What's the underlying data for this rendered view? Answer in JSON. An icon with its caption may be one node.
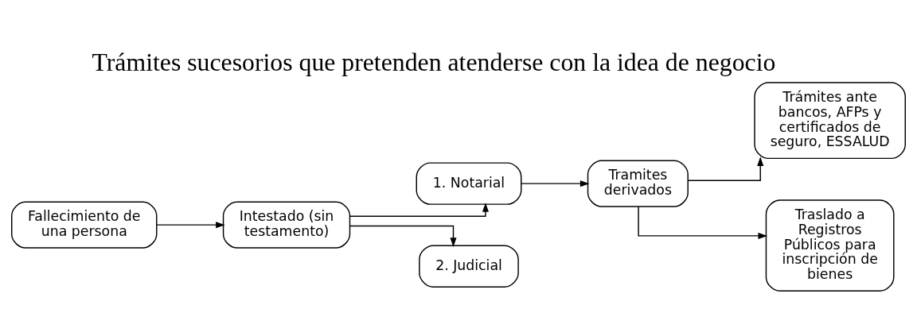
{
  "diagram": {
    "title": "Trámites sucesorios que pretenden atenderse con la idea de negocio",
    "nodes": [
      {
        "text": [
          "Fallecimiento de una persona"
        ]
      },
      {
        "text": [
          "Intestado (sin testamento)"
        ]
      },
      {
        "text": [
          "1. Notarial"
        ]
      },
      {
        "text": [
          "2. Judicial"
        ]
      },
      {
        "text": [
          "Tramites derivados"
        ]
      },
      {
        "text": [
          "Trámites ante bancos, AFPs y certificados de seguro, ESSALUD"
        ]
      },
      {
        "text": [
          "Traslado a Registros Públicos para inscripción de bienes"
        ]
      }
    ],
    "edges": [
      {
        "from": 0,
        "to": 1,
        "arrow": "to"
      },
      {
        "from": 1,
        "to": 2,
        "arrow": "to"
      },
      {
        "from": 1,
        "to": 3,
        "arrow": "to"
      },
      {
        "from": 2,
        "to": 4,
        "arrow": "to"
      },
      {
        "from": 4,
        "to": 5,
        "arrow": "to"
      },
      {
        "from": 4,
        "to": 6,
        "arrow": "to"
      }
    ]
  }
}
